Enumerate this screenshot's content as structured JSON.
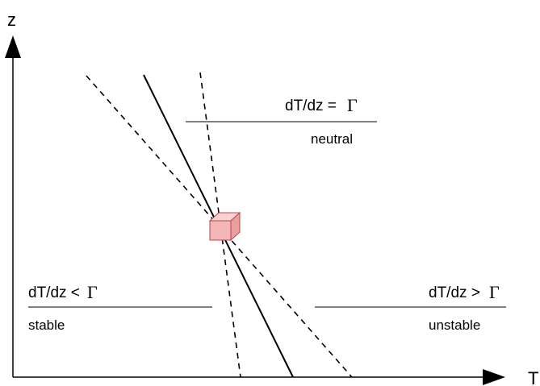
{
  "axes": {
    "y_label": "z",
    "x_label": "T"
  },
  "annotations": {
    "neutral": {
      "equation": "dT/dz =",
      "symbol": "Γ",
      "condition": "neutral"
    },
    "stable": {
      "equation": "dT/dz <",
      "symbol": "Γ",
      "condition": "stable"
    },
    "unstable": {
      "equation": "dT/dz >",
      "symbol": "Γ",
      "condition": "unstable"
    }
  },
  "colors": {
    "line": "#000000",
    "parcel_fill": "#f4b6b6",
    "parcel_top": "#f9d3d3",
    "parcel_side": "#ec9e9e",
    "parcel_stroke": "#b04848"
  }
}
